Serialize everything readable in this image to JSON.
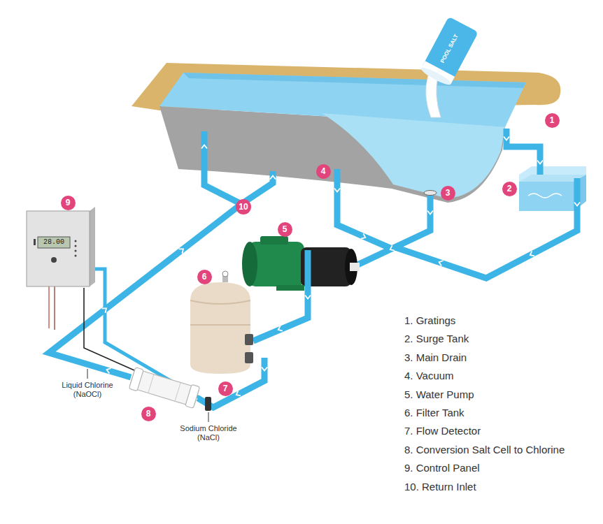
{
  "diagram": {
    "nodes": [
      {
        "text": [
          "1"
        ]
      },
      {
        "text": [
          "2"
        ]
      },
      {
        "text": [
          "3"
        ]
      },
      {
        "text": [
          "4"
        ]
      },
      {
        "text": [
          "5"
        ]
      },
      {
        "text": [
          "6"
        ]
      },
      {
        "text": [
          "7"
        ]
      },
      {
        "text": [
          "8"
        ]
      },
      {
        "text": [
          "9"
        ]
      },
      {
        "text": [
          "10"
        ]
      }
    ],
    "labels": [
      "1. Gratings",
      "2. Surge Tank",
      "3. Main Drain",
      "4. Vacuum",
      "5. Water Pump",
      "6. Filter Tank",
      "7. Flow Detector",
      "8. Conversion Salt Cell to Chlorine",
      "9. Control Panel",
      "10. Return Inlet",
      "Liquid Chlorine (NaOCl)",
      "Sodium Chloride (NaCl)",
      "POOL SALT",
      "28.00"
    ]
  }
}
